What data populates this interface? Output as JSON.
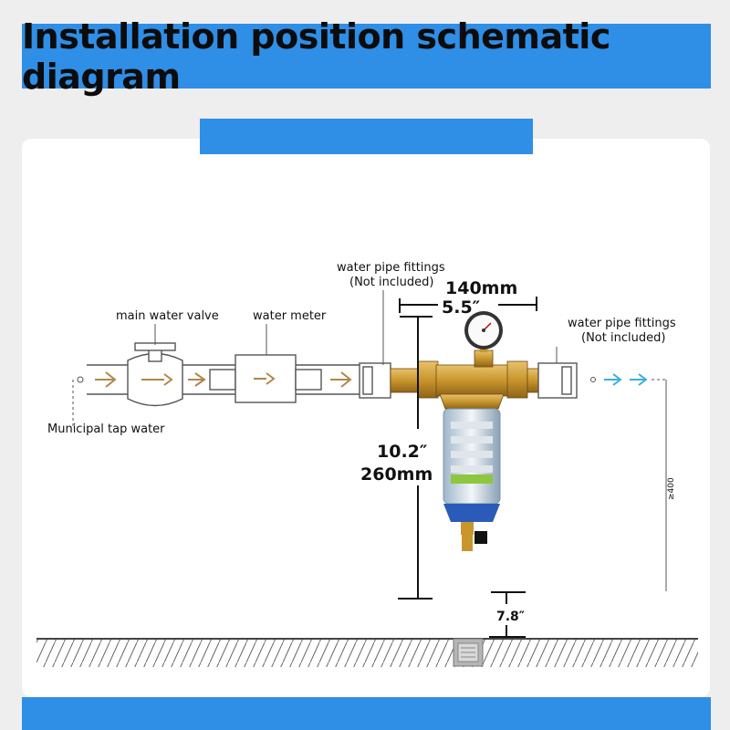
{
  "title": "Installation position schematic diagram",
  "labels": {
    "main_valve": "main water valve",
    "water_meter": "water meter",
    "municipal": "Municipal tap water",
    "fittings_left_1": "water pipe fittings",
    "fittings_left_2": "(Not included)",
    "fittings_right_1": "water pipe fittings",
    "fittings_right_2": "(Not included)"
  },
  "dimensions": {
    "width_mm": "140mm",
    "width_in": "5.5″",
    "height_in": "10.2″",
    "height_mm": "260mm",
    "ground_gap": "7.8″",
    "outlet_height": "≥400"
  },
  "colors": {
    "banner": "#2f8ee6",
    "brass": "#c9962e",
    "pipe": "#555555",
    "flow_arrow": "#b0874a",
    "outlet_arrow": "#3aaee0"
  }
}
